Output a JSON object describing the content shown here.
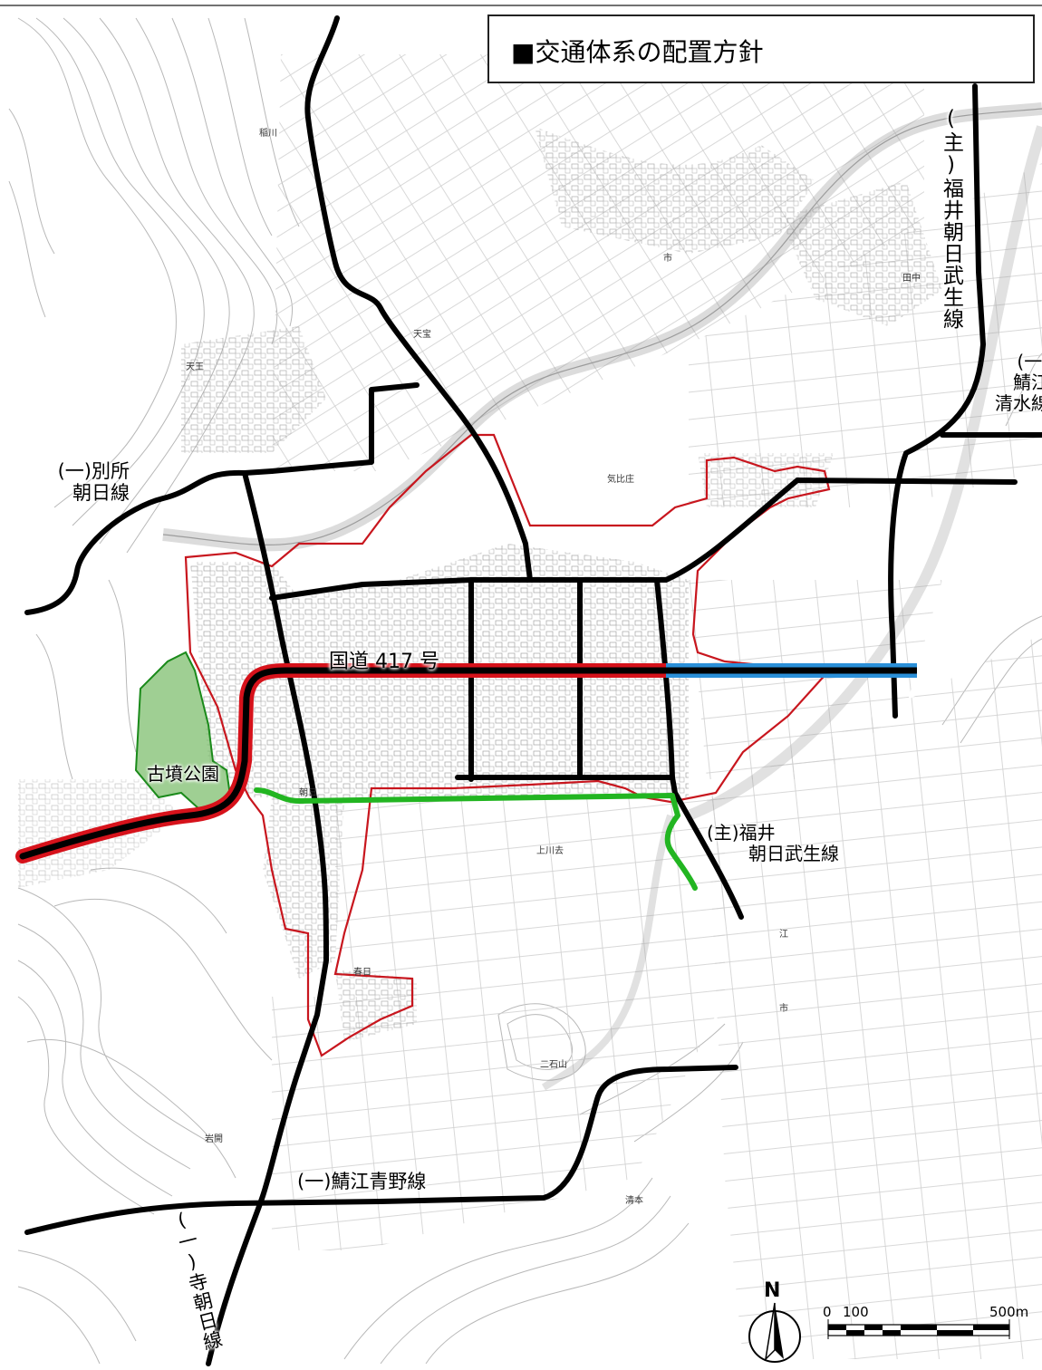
{
  "title": "■交通体系の配置方針",
  "road_labels": {
    "fukui_asahi_takefu_north": "(主)福井朝日武生線",
    "sabae_shimizu": [
      "(一)",
      "鯖江",
      "清水線"
    ],
    "bessho_asahi": [
      "(一)別所",
      "朝日線"
    ],
    "national_417": "国道 417 号",
    "fukui_asahi_takefu_south": [
      "(主)福井",
      "朝日武生線"
    ],
    "sabae_aono": "(一)鯖江青野線",
    "tera_asahi": "(一)寺朝日線"
  },
  "park_label": "古墳公園",
  "place_names": [
    "朝日",
    "上川去",
    "春日",
    "天王",
    "天宝",
    "気比庄",
    "田中",
    "岩開",
    "清本",
    "江",
    "市",
    "市",
    "二石山",
    "稲川"
  ],
  "scale": {
    "ticks": [
      "0",
      "100",
      "500m"
    ]
  },
  "north_label": "N",
  "colors": {
    "main_road": "#000000",
    "national_road_accent": "#d6121b",
    "planned_extension": "#2a8fd8",
    "green_route": "#22b521",
    "urban_boundary": "#c8161e",
    "park_fill": "#7fbf6f"
  }
}
